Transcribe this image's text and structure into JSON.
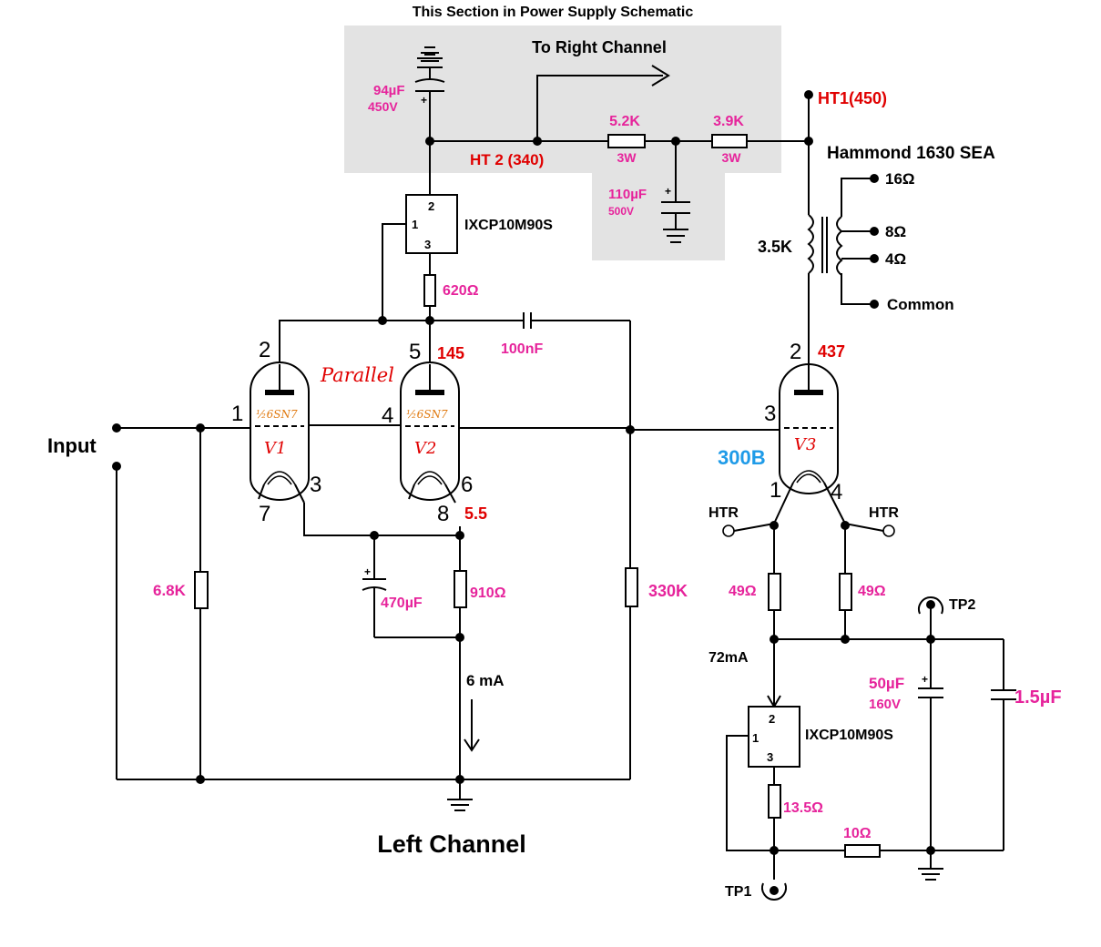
{
  "header": {
    "title": "This Section in Power Supply Schematic",
    "right_channel": "To Right Channel",
    "footer": "Left Channel"
  },
  "psu": {
    "cap1_value": "94µF",
    "cap1_voltage": "450V",
    "ht2_label": "HT 2 (340)",
    "r1_value": "5.2K",
    "r1_power": "3W",
    "r2_value": "3.9K",
    "r2_power": "3W",
    "cap2_value": "110µF",
    "cap2_voltage": "500V",
    "ht1_label": "HT1(450)"
  },
  "transformer": {
    "name": "Hammond 1630 SEA",
    "impedance": "3.5K",
    "tap_16": "16Ω",
    "tap_8": "8Ω",
    "tap_4": "4Ω",
    "tap_common": "Common"
  },
  "regulator_top": {
    "part": "IXCP10M90S",
    "pin1": "1",
    "pin2": "2",
    "pin3": "3"
  },
  "regulator_bottom": {
    "part": "IXCP10M90S",
    "pin1": "1",
    "pin2": "2",
    "pin3": "3"
  },
  "driver": {
    "r_plate": "620Ω",
    "coupling_cap": "100nF",
    "plate_voltage": "145",
    "cathode_voltage": "5.5",
    "parallel_label": "Parallel",
    "r_grid": "6.8K",
    "cap_cathode": "470µF",
    "r_cathode": "910Ω",
    "current": "6 mA",
    "r_grid_output": "330K",
    "input_label": "Input"
  },
  "tubes": {
    "v1": {
      "label": "V1",
      "type": "½6SN7",
      "pin_plate": "2",
      "pin_grid": "1",
      "pin_cathode": "3",
      "pin_heater": "7"
    },
    "v2": {
      "label": "V2",
      "type": "½6SN7",
      "pin_plate": "5",
      "pin_grid": "4",
      "pin_cathode": "6",
      "pin_heater": "8"
    },
    "v3": {
      "label": "V3",
      "type": "300B",
      "pin_plate": "2",
      "pin_grid": "3",
      "pin_fil1": "1",
      "pin_fil2": "4",
      "plate_voltage": "437"
    }
  },
  "output_stage": {
    "htr_left": "HTR",
    "htr_right": "HTR",
    "r_fil_left": "49Ω",
    "r_fil_right": "49Ω",
    "current": "72mA",
    "cap_big": "50µF",
    "cap_big_voltage": "160V",
    "cap_small": "1.5µF",
    "r_sense": "13.5Ω",
    "r_out": "10Ω",
    "tp1": "TP1",
    "tp2": "TP2"
  }
}
